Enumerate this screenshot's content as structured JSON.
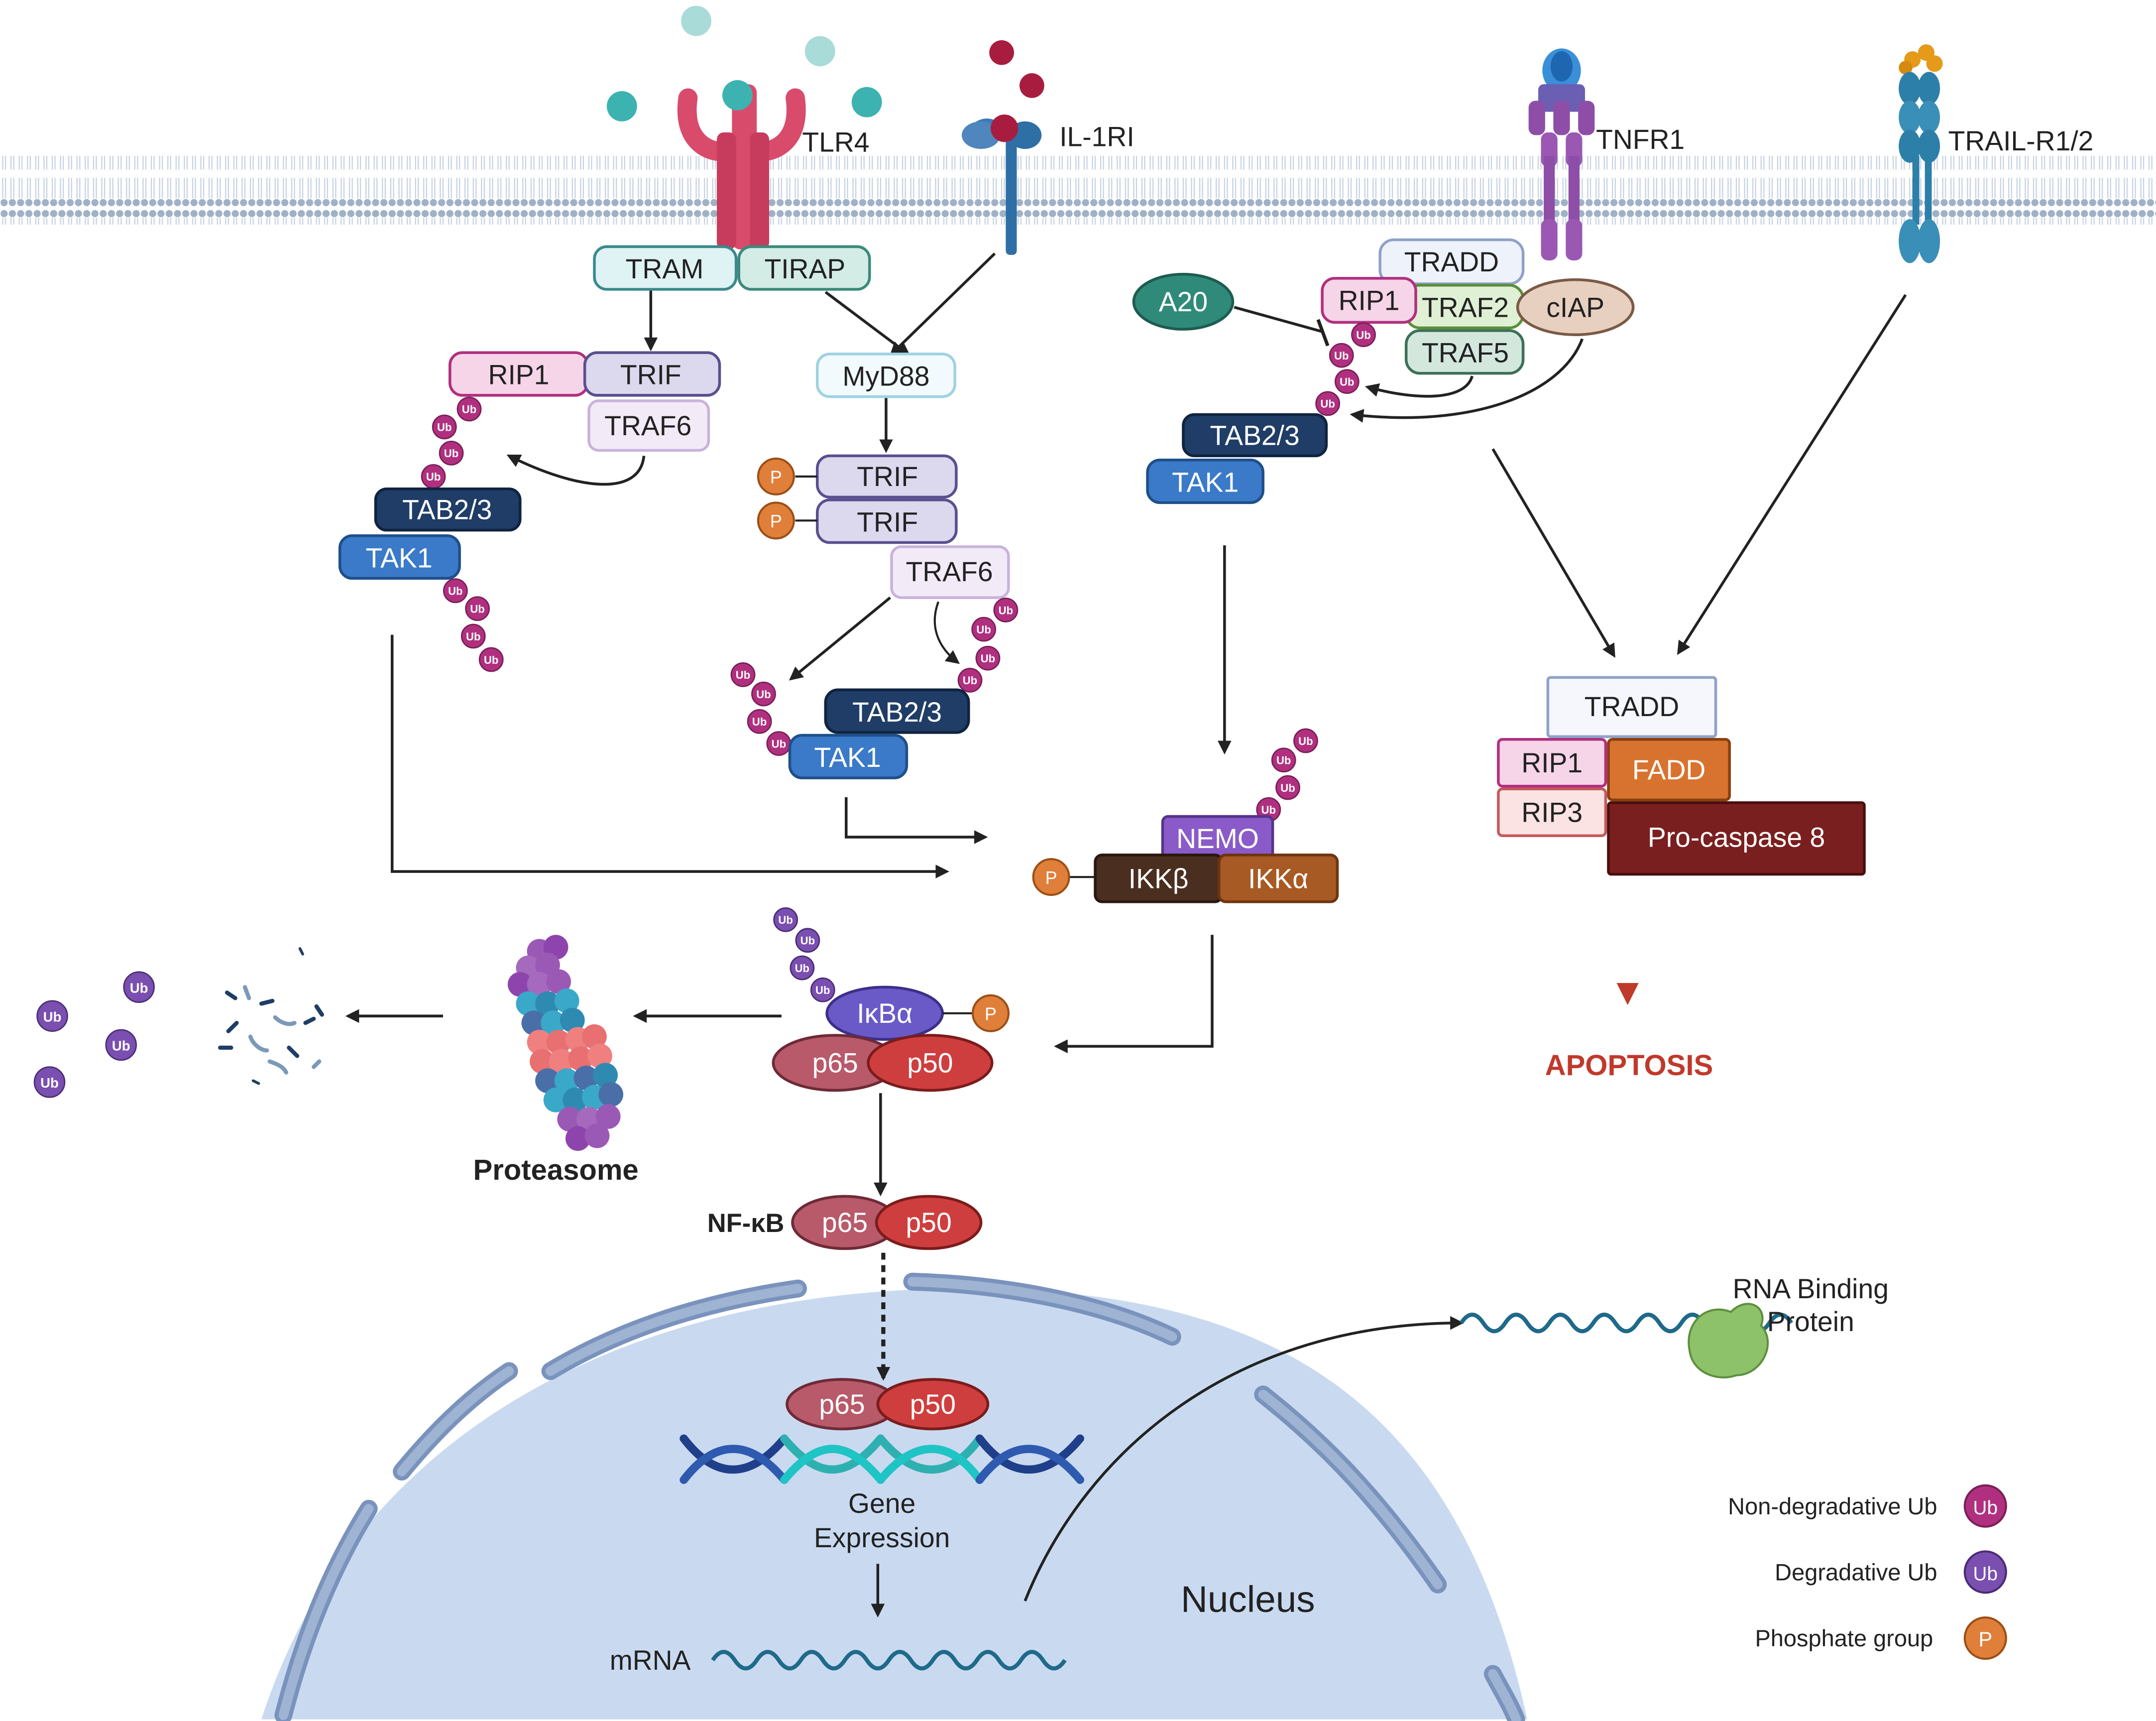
{
  "receptors": {
    "tlr4": "TLR4",
    "il1ri": "IL-1RI",
    "tnfr1": "TNFR1",
    "trail": "TRAIL-R1/2"
  },
  "tlr4_path": {
    "tram": "TRAM",
    "tirap": "TIRAP",
    "rip1": "RIP1",
    "trif": "TRIF",
    "traf6": "TRAF6",
    "tab23": "TAB2/3",
    "tak1": "TAK1"
  },
  "myd88_path": {
    "myd88": "MyD88",
    "trif1": "TRIF",
    "trif2": "TRIF",
    "traf6": "TRAF6",
    "tab23": "TAB2/3",
    "tak1": "TAK1"
  },
  "tnf_path": {
    "a20": "A20",
    "tradd": "TRADD",
    "rip1": "RIP1",
    "traf2": "TRAF2",
    "traf5": "TRAF5",
    "ciap": "cIAP",
    "tab23": "TAB2/3",
    "tak1": "TAK1"
  },
  "ikk": {
    "nemo": "NEMO",
    "ikkb": "IKKβ",
    "ikka": "IKKα"
  },
  "nfkb_complex": {
    "ikba": "IκBα",
    "p65": "p65",
    "p50": "p50"
  },
  "nfkb": {
    "label": "NF-κB",
    "p65": "p65",
    "p50": "p50"
  },
  "nuclear": {
    "p65": "p65",
    "p50": "p50",
    "gene_expression_line1": "Gene",
    "gene_expression_line2": "Expression",
    "mrna": "mRNA",
    "nucleus": "Nucleus"
  },
  "rbp": {
    "line1": "RNA Binding",
    "line2": "Protein"
  },
  "proteasome": "Proteasome",
  "apoptosis_complex": {
    "tradd": "TRADD",
    "rip1": "RIP1",
    "rip3": "RIP3",
    "fadd": "FADD",
    "procaspase8": "Pro-caspase 8"
  },
  "apoptosis": "APOPTOSIS",
  "badges": {
    "ub": "Ub",
    "p": "P"
  },
  "legend": {
    "non_degradative": "Non-degradative Ub",
    "degradative": "Degradative Ub",
    "phosphate": "Phosphate group"
  },
  "colors": {
    "non_degradative_ub": "#b0307f",
    "degradative_ub": "#7a4fb0",
    "phosphate": "#e07f3a",
    "apoptosis": "#c0392b",
    "nucleus": "#c9daf0",
    "membrane": "#b3c3d6"
  }
}
